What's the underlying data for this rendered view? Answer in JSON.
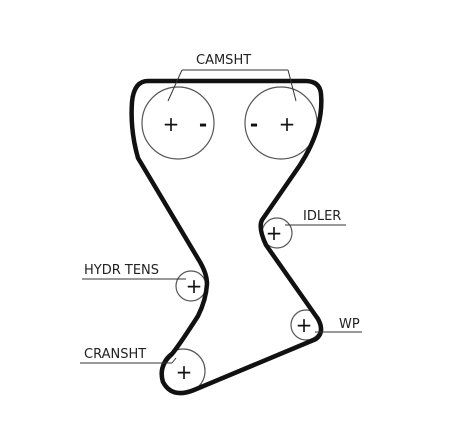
{
  "labels": {
    "camshaft": "CAMSHT",
    "idler": "IDLER",
    "hydraulic_tensioner": "HYDR TENS",
    "water_pump": "WP",
    "crankshaft": "CRANSHT"
  },
  "pulley_signs": {
    "plus": "+",
    "minus": "-"
  },
  "colors": {
    "belt": "#111111",
    "pulley_stroke": "#555555",
    "leader": "#333333",
    "text": "#222222"
  }
}
